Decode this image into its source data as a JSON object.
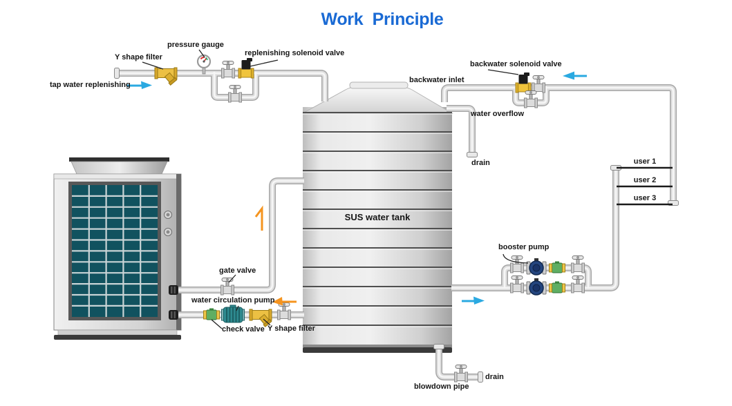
{
  "title": "Work  Principle",
  "tank": {
    "label": "SUS water tank"
  },
  "labels": {
    "tap_water_replenishing": "tap water replenishing",
    "y_shape_filter_top": "Y shape filter",
    "pressure_gauge": "pressure gauge",
    "replenishing_solenoid_valve": "replenishing solenoid valve",
    "backwater_solenoid_valve": "backwater solenoid valve",
    "backwater_inlet": "backwater inlet",
    "water_overflow": "water overflow",
    "drain_overflow": "drain",
    "booster_pump": "booster pump",
    "gate_valve": "gate valve",
    "water_circulation_pump": "water circulation pump",
    "check_valve": "check valve",
    "y_shape_filter_bottom": "Y shape filter",
    "blowdown_pipe": "blowdown pipe",
    "drain_blowdown": "drain",
    "users": [
      "user 1",
      "user 2",
      "user 3"
    ]
  },
  "icons": [
    "gate-valve-icon",
    "solenoid-valve-icon",
    "y-filter-icon",
    "check-valve-icon",
    "circulation-pump-icon",
    "booster-pump-icon",
    "pressure-gauge-icon",
    "flow-arrow-right-icon",
    "flow-arrow-left-icon",
    "flow-arrow-up-icon"
  ],
  "colors": {
    "title_blue": "#1a6ad4",
    "flow_arrow_blue": "#2aa9e1",
    "flow_arrow_orange": "#f5941f",
    "valve_yellow": "#f0c43c",
    "check_valve_green": "#5fae63",
    "circulation_pump_teal": "#2e8a8f",
    "booster_pump_navy": "#24457f",
    "coil_teal": "#11525f",
    "pipe_gray": "#dedede",
    "label_black": "#161616"
  }
}
